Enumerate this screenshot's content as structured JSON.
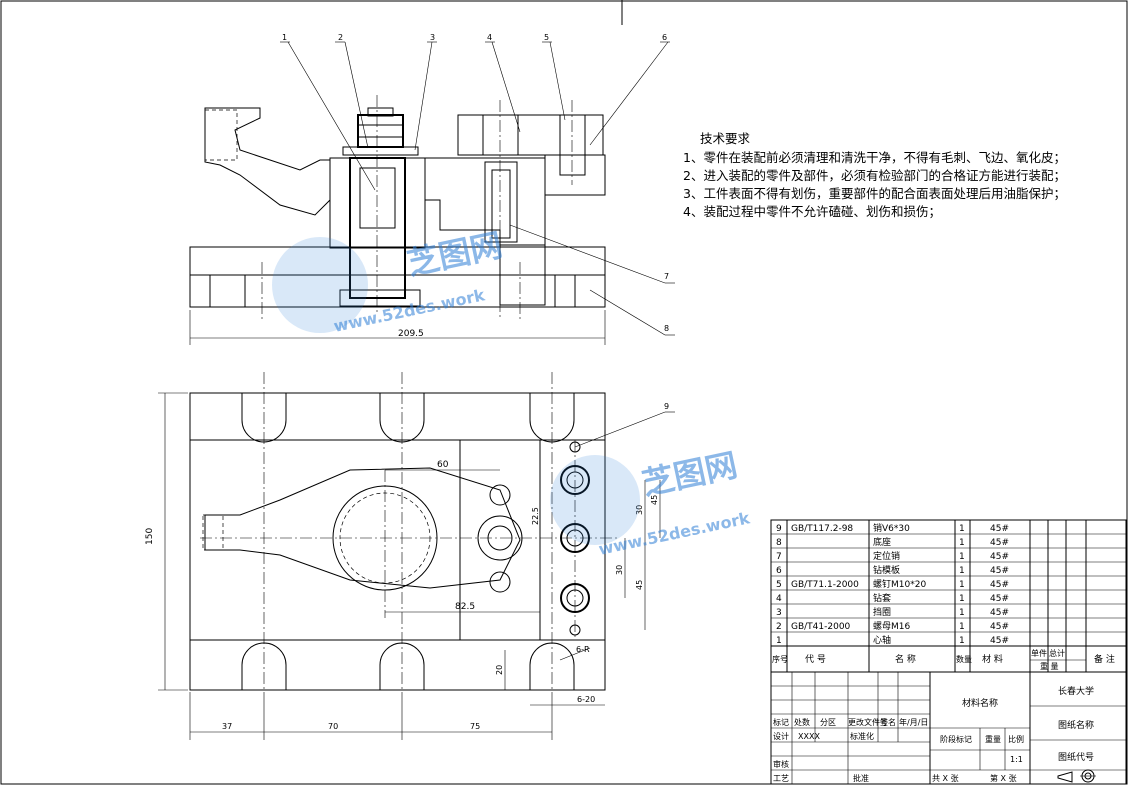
{
  "tech_requirements": {
    "title": "技术要求",
    "items": [
      "1、零件在装配前必须清理和清洗干净，不得有毛刺、飞边、氧化皮；",
      "2、进入装配的零件及部件，必须有检验部门的合格证方能进行装配；",
      "3、工件表面不得有划伤，重要部件的配合面表面处理后用油脂保护；",
      "4、装配过程中零件不允许磕碰、划伤和损伤；"
    ]
  },
  "part_callouts": [
    "1",
    "2",
    "3",
    "4",
    "5",
    "6",
    "7",
    "8",
    "9"
  ],
  "dimensions": {
    "front_width": "209.5",
    "top_height": "150",
    "d60": "60",
    "d82_5": "82.5",
    "d22_5": "22.5",
    "d45a": "45",
    "d30a": "30",
    "d30b": "30",
    "d45b": "45",
    "d37": "37",
    "d70": "70",
    "d75": "75",
    "d6_r": "6-R",
    "d6_20": "6-20",
    "d20": "20"
  },
  "watermark": {
    "brand": "芝图网",
    "url": "www.52des.work"
  },
  "bom": {
    "rows": [
      {
        "no": "9",
        "code": "GB/T117.2-98",
        "name": "销V6*30",
        "qty": "1",
        "material": "45#"
      },
      {
        "no": "8",
        "code": "",
        "name": "底座",
        "qty": "1",
        "material": "45#"
      },
      {
        "no": "7",
        "code": "",
        "name": "定位销",
        "qty": "1",
        "material": "45#"
      },
      {
        "no": "6",
        "code": "",
        "name": "钻模板",
        "qty": "1",
        "material": "45#"
      },
      {
        "no": "5",
        "code": "GB/T71.1-2000",
        "name": "螺钉M10*20",
        "qty": "1",
        "material": "45#"
      },
      {
        "no": "4",
        "code": "",
        "name": "钻套",
        "qty": "1",
        "material": "45#"
      },
      {
        "no": "3",
        "code": "",
        "name": "挡圈",
        "qty": "1",
        "material": "45#"
      },
      {
        "no": "2",
        "code": "GB/T41-2000",
        "name": "螺母M16",
        "qty": "1",
        "material": "45#"
      },
      {
        "no": "1",
        "code": "",
        "name": "心轴",
        "qty": "1",
        "material": "45#"
      }
    ],
    "header": {
      "no": "序号",
      "code": "代 号",
      "name": "名 称",
      "qty": "数量",
      "material": "材 料",
      "unit": "单件",
      "total": "总计",
      "weight": "重 量",
      "remark": "备 注"
    }
  },
  "title_block": {
    "material_name": "材料名称",
    "university": "长春大学",
    "drawing_name": "图纸名称",
    "drawing_code": "图纸代号",
    "mark": "标记",
    "count": "处数",
    "zone": "分区",
    "change_doc": "更改文件号",
    "sign": "签名",
    "date": "年/月/日",
    "design": "设计",
    "designer": "XXXX",
    "standardize": "标准化",
    "stage_mark": "阶段标记",
    "weight": "重量",
    "scale_label": "比例",
    "scale": "1:1",
    "review": "审核",
    "process": "工艺",
    "approve": "批准",
    "sheets_total": "共 X 张",
    "sheet_no": "第 X 张"
  }
}
